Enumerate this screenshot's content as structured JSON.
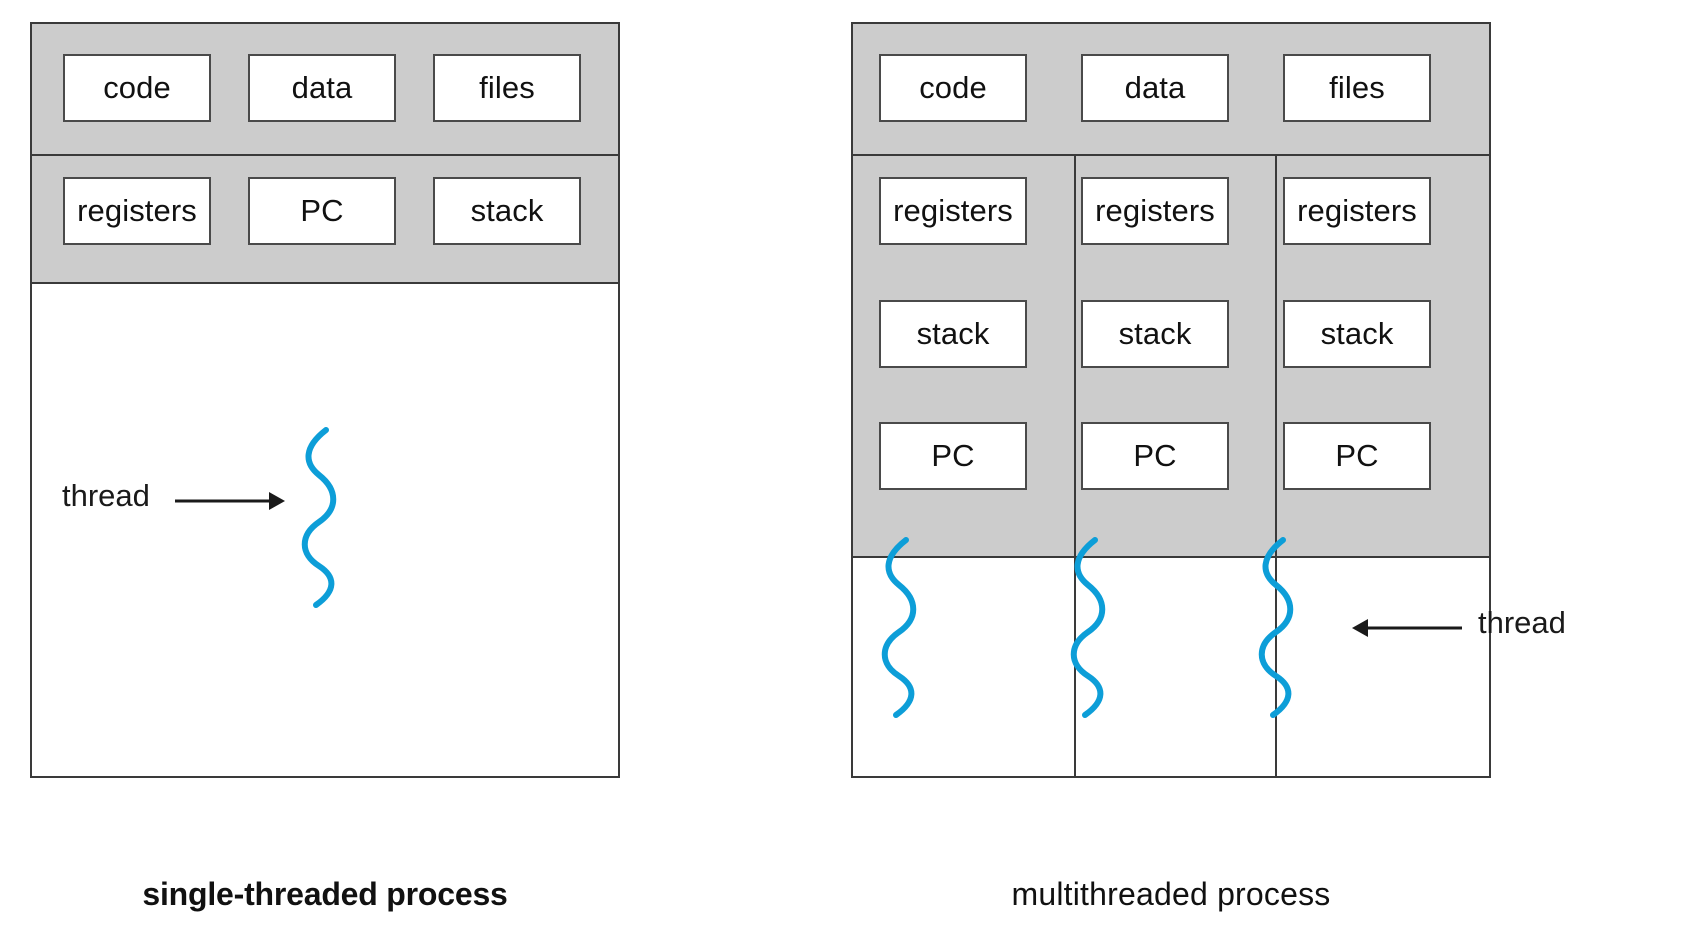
{
  "figure": {
    "title": "single-threaded process vs multithreaded process",
    "colors": {
      "thread_blue": "#0d9ed8",
      "region_grey": "#cccccc",
      "border_dark": "#3a3a3a",
      "cell_border": "#4a4a4a",
      "background": "#ffffff",
      "text": "#111111"
    }
  },
  "single_threaded": {
    "caption": "single-threaded process",
    "shared_row": {
      "cells": [
        {
          "label": "code"
        },
        {
          "label": "data"
        },
        {
          "label": "files"
        }
      ]
    },
    "thread_row": {
      "cells": [
        {
          "label": "registers"
        },
        {
          "label": "PC"
        },
        {
          "label": "stack"
        }
      ]
    },
    "annotation": {
      "label": "thread",
      "arrow_direction": "right"
    },
    "thread_count": 1
  },
  "multithreaded": {
    "caption": "multithreaded process",
    "shared_row": {
      "cells": [
        {
          "label": "code"
        },
        {
          "label": "data"
        },
        {
          "label": "files"
        }
      ]
    },
    "threads": [
      {
        "cells": [
          {
            "label": "registers"
          },
          {
            "label": "stack"
          },
          {
            "label": "PC"
          }
        ]
      },
      {
        "cells": [
          {
            "label": "registers"
          },
          {
            "label": "stack"
          },
          {
            "label": "PC"
          }
        ]
      },
      {
        "cells": [
          {
            "label": "registers"
          },
          {
            "label": "stack"
          },
          {
            "label": "PC"
          }
        ]
      }
    ],
    "annotation": {
      "label": "thread",
      "arrow_direction": "left"
    },
    "thread_count": 3
  }
}
